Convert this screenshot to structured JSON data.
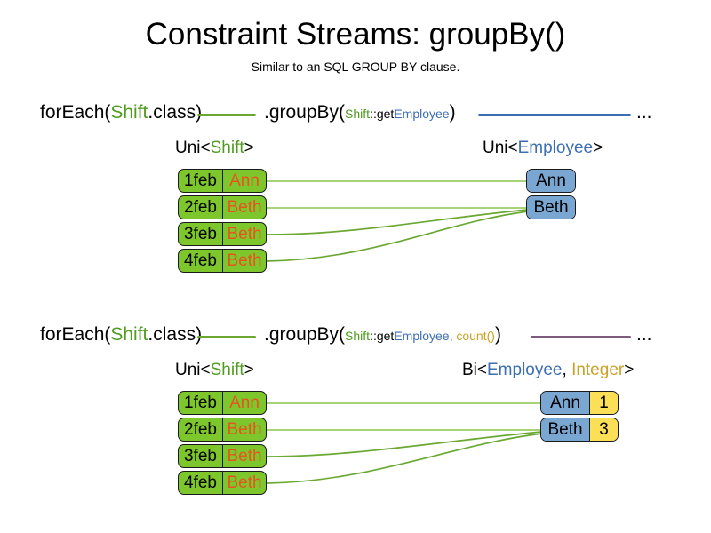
{
  "header": {
    "title": "Constraint Streams: groupBy()",
    "subtitle": "Similar to an SQL GROUP BY clause."
  },
  "colors": {
    "shift_green": "#4f9c20",
    "employee_blue": "#3c6eb4",
    "integer_gold": "#c9a227",
    "card_green_fill": "#7dc72d",
    "card_name_orange": "#e8541f",
    "employee_fill": "#7aa6d2",
    "count_fill": "#fbdf56",
    "link_green": "#6aa832",
    "link_blue": "#3c6eb4",
    "link_purple": "#7d5c7e"
  },
  "sections": [
    {
      "id": "section-one",
      "code": {
        "for_each_prefix": "forEach(",
        "for_each_type": "Shift",
        "for_each_suffix": ".class)",
        "group_by_prefix": ".groupBy(",
        "arg_class": "Shift",
        "arg_method": "::get",
        "arg_property": "Employee",
        "group_by_suffix": ")",
        "ellipsis": "..."
      },
      "left_label": {
        "outer_open": "Uni<",
        "generic": "Shift",
        "outer_close": ">"
      },
      "right_label": {
        "outer_open": "Uni<",
        "generic": "Employee",
        "outer_close": ">"
      },
      "shifts": [
        {
          "date": "1feb",
          "employee": "Ann"
        },
        {
          "date": "2feb",
          "employee": "Beth"
        },
        {
          "date": "3feb",
          "employee": "Beth"
        },
        {
          "date": "4feb",
          "employee": "Beth"
        }
      ],
      "results": [
        {
          "employee": "Ann"
        },
        {
          "employee": "Beth"
        }
      ]
    },
    {
      "id": "section-two",
      "code": {
        "for_each_prefix": "forEach(",
        "for_each_type": "Shift",
        "for_each_suffix": ".class)",
        "group_by_prefix": ".groupBy(",
        "arg_class": "Shift",
        "arg_method": "::get",
        "arg_property": "Employee",
        "arg_separator": ", ",
        "arg_collector": "count()",
        "group_by_suffix": ")",
        "ellipsis": "..."
      },
      "left_label": {
        "outer_open": "Uni<",
        "generic": "Shift",
        "outer_close": ">"
      },
      "right_label": {
        "outer_open": "Bi<",
        "generic_a": "Employee",
        "separator": ", ",
        "generic_b": "Integer",
        "outer_close": ">"
      },
      "shifts": [
        {
          "date": "1feb",
          "employee": "Ann"
        },
        {
          "date": "2feb",
          "employee": "Beth"
        },
        {
          "date": "3feb",
          "employee": "Beth"
        },
        {
          "date": "4feb",
          "employee": "Beth"
        }
      ],
      "results": [
        {
          "employee": "Ann",
          "count": "1"
        },
        {
          "employee": "Beth",
          "count": "3"
        }
      ]
    }
  ]
}
